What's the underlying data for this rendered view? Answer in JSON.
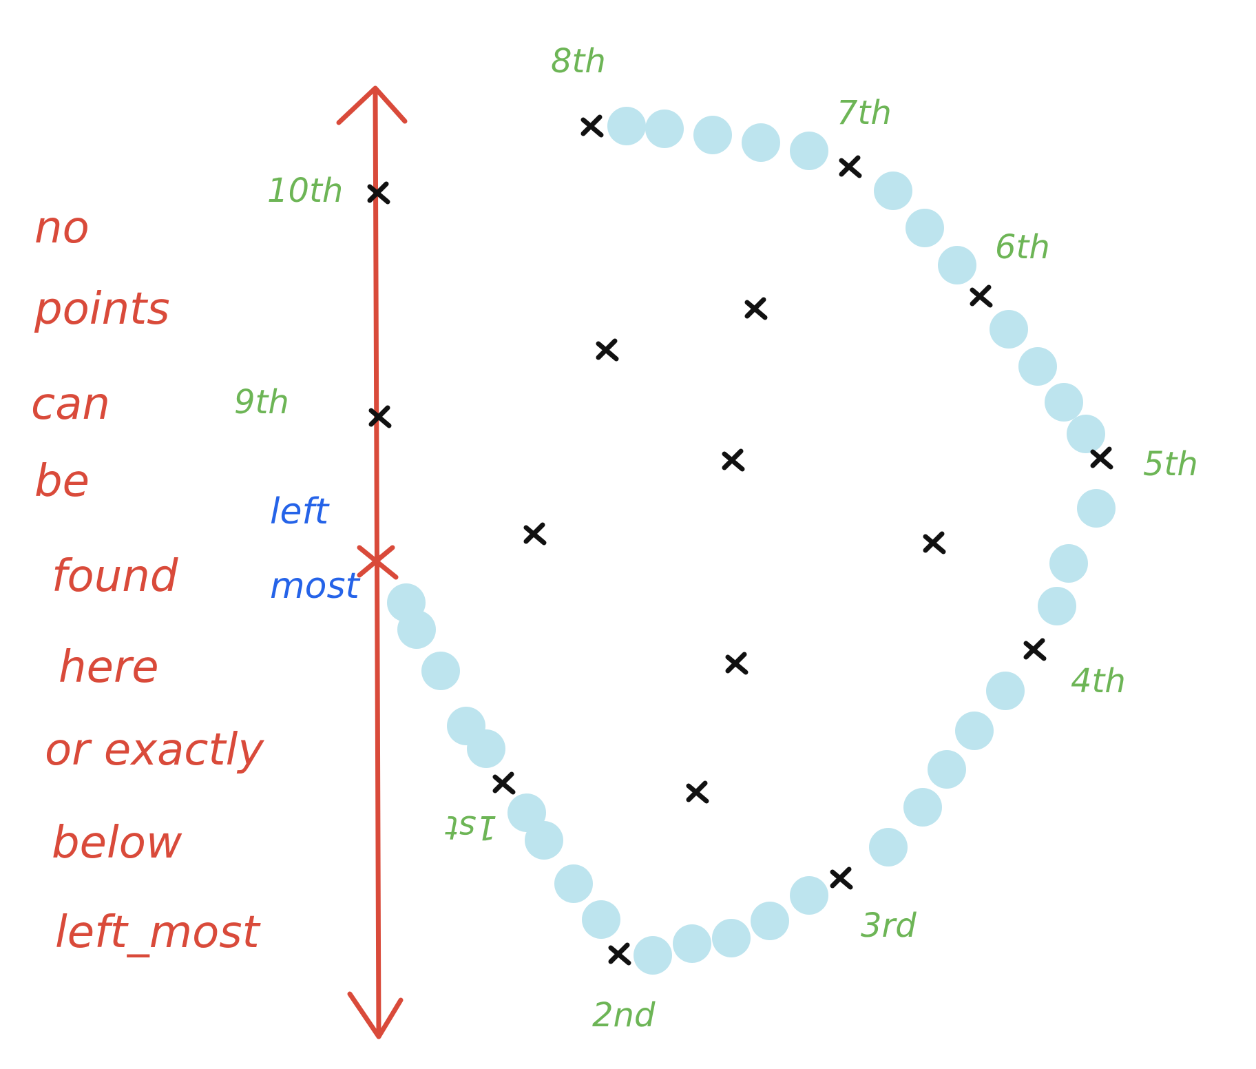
{
  "annotation": {
    "lines": [
      "no",
      "points",
      "can",
      "be",
      "found",
      "here",
      "or exactly",
      "below",
      "left_most"
    ],
    "color": "#d94a3a"
  },
  "leftmost_label": {
    "lines": [
      "left",
      "most"
    ],
    "color": "#2563e8"
  },
  "hull_order_labels": [
    "1st",
    "2nd",
    "3rd",
    "4th",
    "5th",
    "6th",
    "7th",
    "8th",
    "9th",
    "10th"
  ],
  "colors": {
    "hull_dots": "#bde4ee",
    "labels": "#6db556",
    "points": "#111111",
    "vertical_line": "#d94a3a"
  }
}
